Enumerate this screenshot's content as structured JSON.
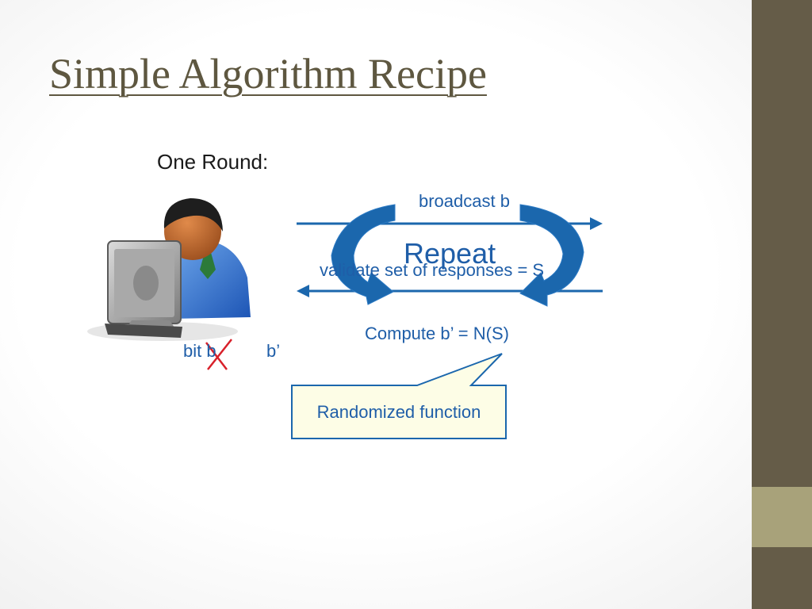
{
  "slide": {
    "title": "Simple Algorithm Recipe",
    "round_label": "One Round:"
  },
  "diagram": {
    "broadcast_label": "broadcast b",
    "validate_label": "validate set of responses = S",
    "repeat_label": "Repeat",
    "compute_label": "Compute b’ = N(S)",
    "bit_label": "bit b",
    "b_prime_label": "b’",
    "callout_text": "Randomized function",
    "icons": [
      "user-at-computer-icon",
      "cross-mark-icon",
      "cycle-arrows-icon"
    ]
  },
  "colors": {
    "sidebar": "#655c48",
    "sidebar_accent": "#a8a27a",
    "title": "#5e5740",
    "diagram_text": "#1f5ea8",
    "arrow": "#1b67ad",
    "callout_fill": "#fdfde6",
    "cross": "#d8202a"
  }
}
